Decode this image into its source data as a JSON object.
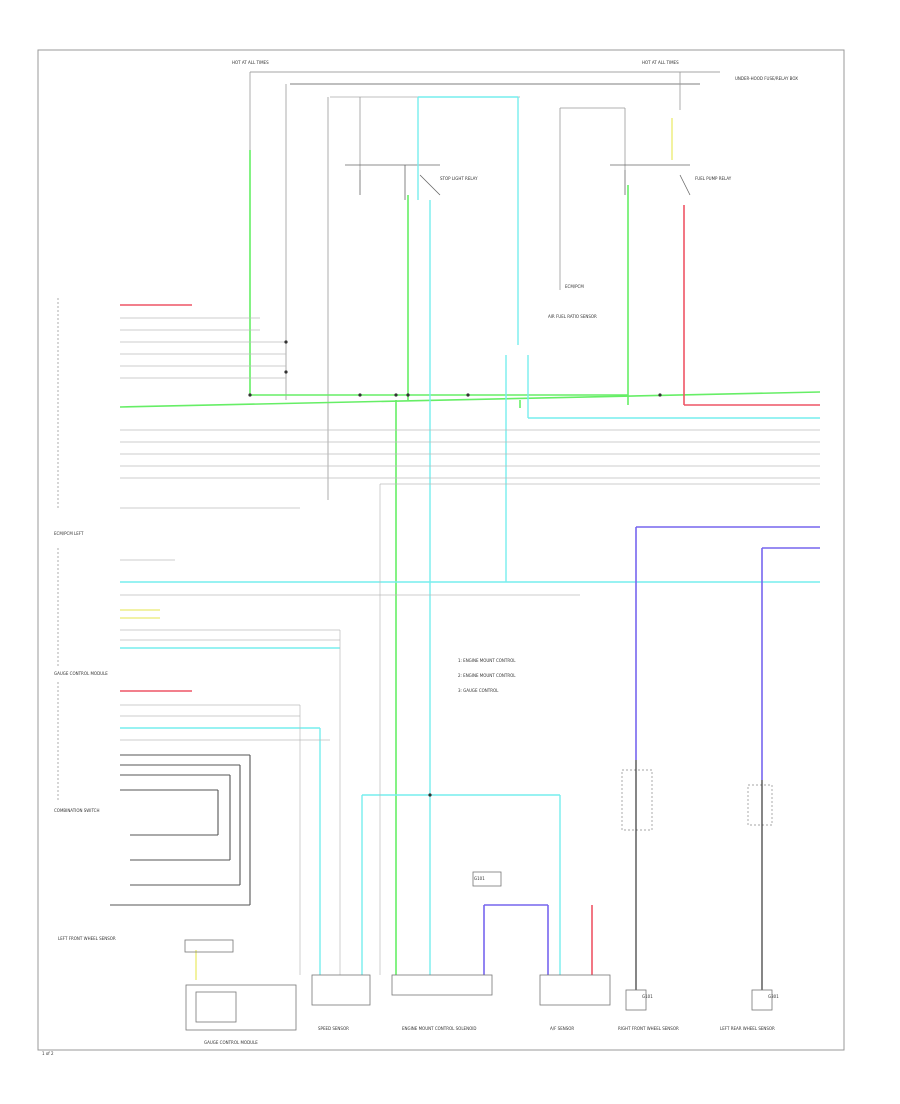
{
  "colors": {
    "green": "#66ee66",
    "cyan": "#77eeee",
    "red": "#ee5566",
    "blue": "#7766ee",
    "yellow": "#eeee88",
    "black": "#222222",
    "gray": "#bbbbbb"
  },
  "labels": {
    "top_left_fuse": "HOT AT ALL TIMES",
    "top_right_fuse": "HOT AT ALL TIMES",
    "note_top_right": "UNDER-HOOD FUSE/RELAY BOX",
    "relay_a": "STOP LIGHT RELAY",
    "relay_b": "FUEL PUMP RELAY",
    "sensor_top": "AIR FUEL RATIO SENSOR",
    "ground_note": "G101",
    "connector_note_1": "ECM/PCM",
    "legend_1": "1: ENGINE MOUNT CONTROL",
    "legend_2": "2: ENGINE MOUNT CONTROL",
    "legend_3": "3: GAUGE CONTROL",
    "left_block_1": "ECM/PCM LEFT",
    "left_block_2": "GAUGE CONTROL MODULE",
    "left_block_3": "COMBINATION SWITCH",
    "bottom_1": "GAUGE CONTROL MODULE",
    "bottom_2": "SPEED SENSOR",
    "bottom_3": "ENGINE MOUNT CONTROL SOLENOID",
    "bottom_4": "A/F SENSOR",
    "bottom_5": "RIGHT FRONT WHEEL SENSOR",
    "bottom_6": "LEFT REAR WHEEL SENSOR",
    "bottom_7": "LEFT FRONT WHEEL SENSOR",
    "bottom_box_1": "G101",
    "bottom_box_2": "G301",
    "page_code": "1 of 2"
  }
}
